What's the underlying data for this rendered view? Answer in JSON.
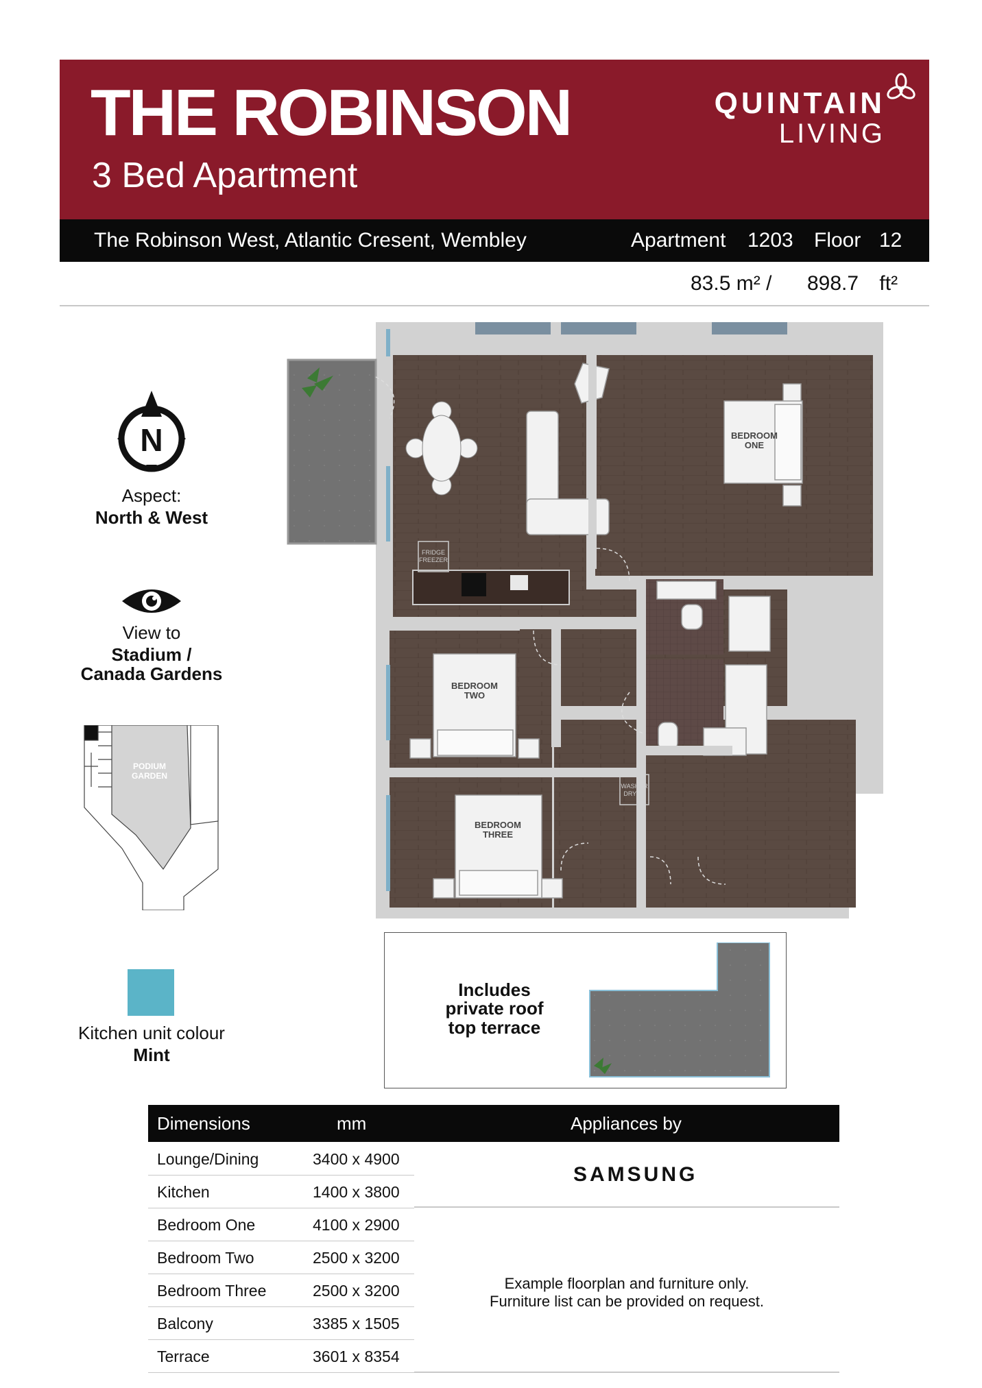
{
  "header": {
    "title": "THE ROBINSON",
    "subtitle": "3 Bed Apartment",
    "brand_line1": "QUINTAIN",
    "brand_line2": "LIVING",
    "address": "The Robinson West, Atlantic Cresent, Wembley",
    "apartment_label": "Apartment",
    "apartment_number": "1203",
    "floor_label": "Floor",
    "floor_number": "12"
  },
  "area": {
    "sqm": "83.5",
    "sqm_unit": "m²",
    "separator": "/",
    "sqft": "898.7",
    "sqft_unit": "ft²"
  },
  "aspect": {
    "label": "Aspect:",
    "value": "North & West",
    "compass_letter": "N"
  },
  "view": {
    "label": "View to",
    "value_line1": "Stadium /",
    "value_line2": "Canada Gardens"
  },
  "siteplan": {
    "label_line1": "PODIUM",
    "label_line2": "GARDEN"
  },
  "kitchen": {
    "label": "Kitchen unit colour",
    "value": "Mint",
    "swatch_color": "#5bb4c8"
  },
  "floorplan_labels": {
    "bedroom_one_1": "BEDROOM",
    "bedroom_one_2": "ONE",
    "bedroom_two_1": "BEDROOM",
    "bedroom_two_2": "TWO",
    "bedroom_three_1": "BEDROOM",
    "bedroom_three_2": "THREE",
    "fridge_1": "FRIDGE",
    "fridge_2": "FREEZER",
    "washer_1": "WASHER",
    "washer_2": "DRYER"
  },
  "terrace": {
    "line1": "Includes",
    "line2": "private roof",
    "line3": "top terrace"
  },
  "table": {
    "header_dimensions": "Dimensions",
    "header_mm": "mm",
    "header_appliances": "Appliances by",
    "rows": [
      {
        "name": "Lounge/Dining",
        "value": "3400 x 4900"
      },
      {
        "name": "Kitchen",
        "value": "1400 x 3800"
      },
      {
        "name": "Bedroom One",
        "value": "4100 x 2900"
      },
      {
        "name": "Bedroom Two",
        "value": "2500 x 3200"
      },
      {
        "name": "Bedroom Three",
        "value": "2500 x 3200"
      },
      {
        "name": "Balcony",
        "value": "3385 x 1505"
      },
      {
        "name": "Terrace",
        "value": "3601 x 8354"
      }
    ]
  },
  "appliances": {
    "brand": "SAMSUNG"
  },
  "note": {
    "line1": "Example floorplan and furniture only.",
    "line2": "Furniture list can be provided on request."
  },
  "colors": {
    "header_red": "#8a1a2a",
    "header_black": "#0a0a0a",
    "floor_wood": "#5a4a42",
    "wall_grey": "#d2d2d2"
  }
}
